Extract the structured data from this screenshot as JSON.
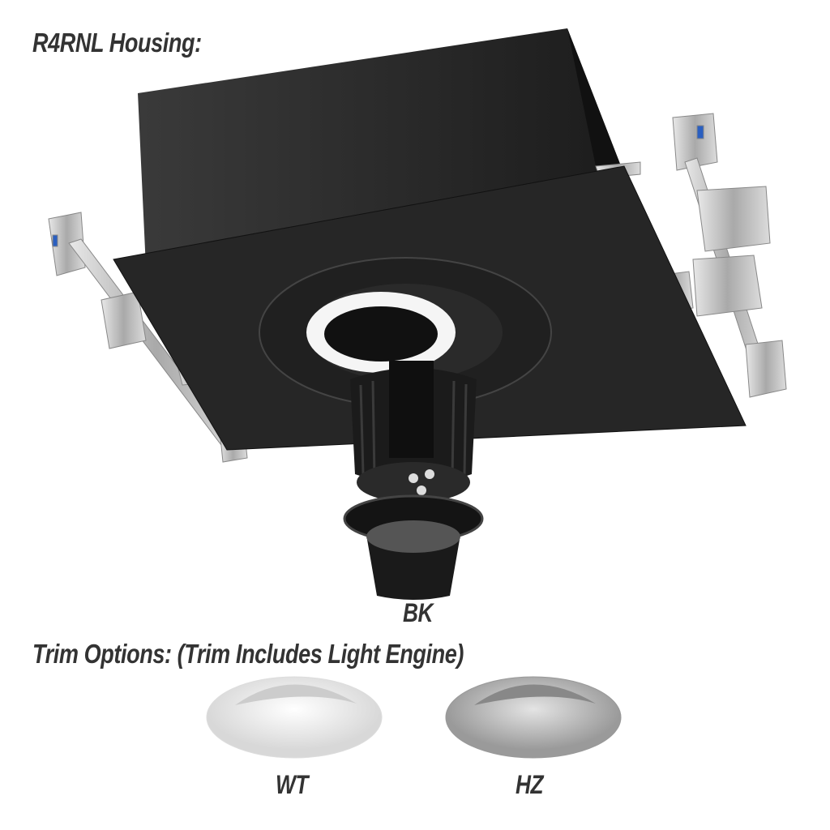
{
  "housing_title": "R4RNL Housing:",
  "trim_title": "Trim Options: (Trim Includes Light Engine)",
  "finishes": [
    {
      "code": "BK",
      "color": "#1a1a1a"
    },
    {
      "code": "WT",
      "color": "#f2f2f2"
    },
    {
      "code": "HZ",
      "color": "#b8b8b8"
    }
  ]
}
